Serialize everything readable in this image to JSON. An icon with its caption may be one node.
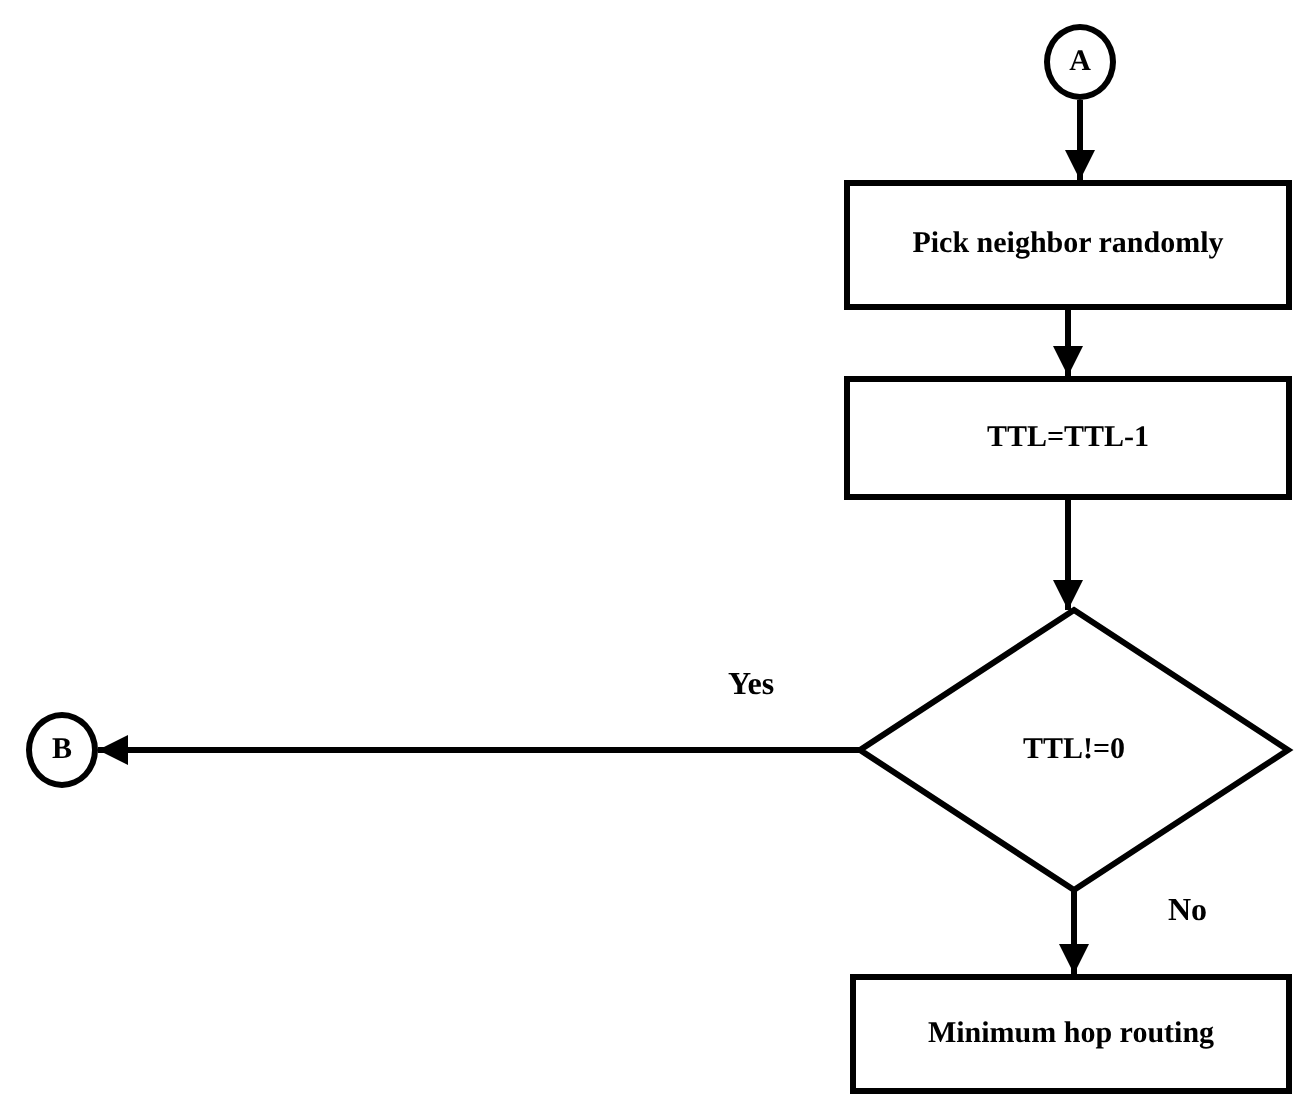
{
  "diagram": {
    "nodes": [
      {
        "text": [
          "A"
        ]
      },
      {
        "text": [
          "Pick neighbor randomly"
        ]
      },
      {
        "text": [
          "TTL=TTL-1"
        ]
      },
      {
        "text": [
          "TTL!=0"
        ]
      },
      {
        "text": [
          "B"
        ]
      },
      {
        "text": [
          "Minimum hop routing"
        ]
      }
    ],
    "edges": [
      {
        "from": 0,
        "to": 1,
        "arrow": "to"
      },
      {
        "from": 1,
        "to": 2,
        "arrow": "to"
      },
      {
        "from": 2,
        "to": 3,
        "arrow": "to"
      },
      {
        "from": 3,
        "to": 4,
        "arrow": "to",
        "label": "Yes"
      },
      {
        "from": 3,
        "to": 5,
        "arrow": "to",
        "label": "No"
      }
    ]
  }
}
